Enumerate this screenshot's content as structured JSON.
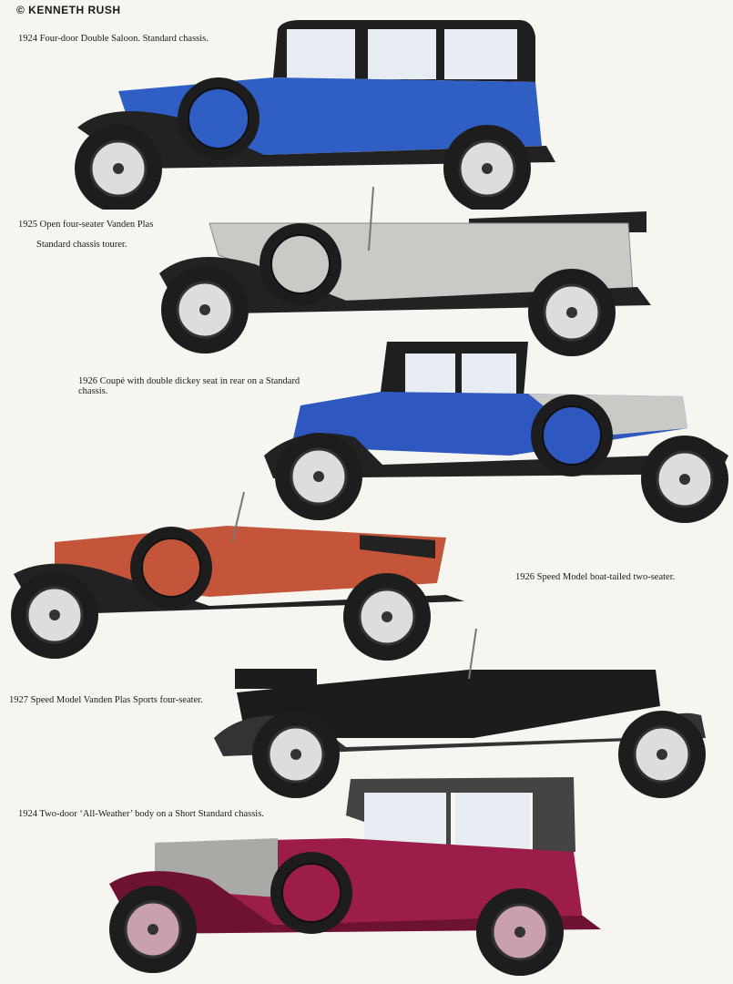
{
  "credit": "© KENNETH RUSH",
  "cars": [
    {
      "caption": "1924 Four-door Double Saloon. Standard chassis.",
      "color": "#2f5fc4"
    },
    {
      "caption_line1": "1925 Open four-seater Vanden Plas",
      "caption_line2": "Standard chassis tourer.",
      "color": "#c9c9c6"
    },
    {
      "caption_line1": "1926 Coupé with double dickey seat in rear on a Standard",
      "caption_line2": "chassis.",
      "color": "#2e58c0"
    },
    {
      "caption": "1926 Speed Model boat-tailed two-seater.",
      "color": "#c4543a"
    },
    {
      "caption": "1927 Speed Model Vanden Plas Sports four-seater.",
      "color": "#1c1c1c"
    },
    {
      "caption": "1924 Two-door ‘All-Weather’ body on a Short Standard chassis.",
      "color": "#9c1c4a"
    }
  ]
}
